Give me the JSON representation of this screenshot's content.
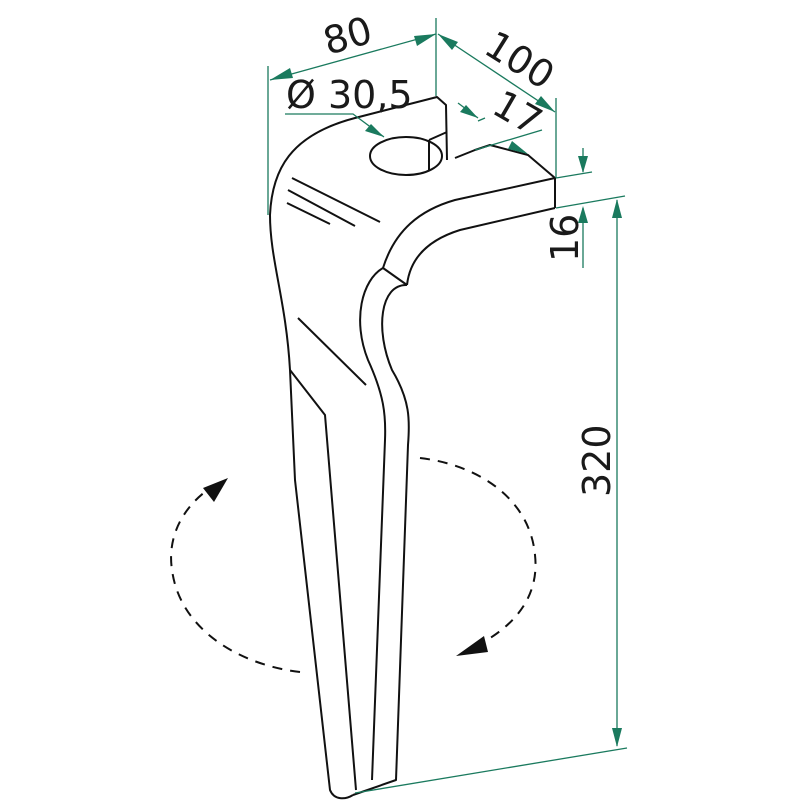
{
  "title": "Rotary harrow tine technical drawing",
  "colors": {
    "dimension": "#1a7a5e",
    "outline": "#111111"
  },
  "dimensions": {
    "width": "80",
    "depth": "100",
    "hole_diameter": "Ø 30,5",
    "slot": "17",
    "thickness": "16",
    "length": "320"
  },
  "icons": [
    "rotation-arrows-icon"
  ]
}
